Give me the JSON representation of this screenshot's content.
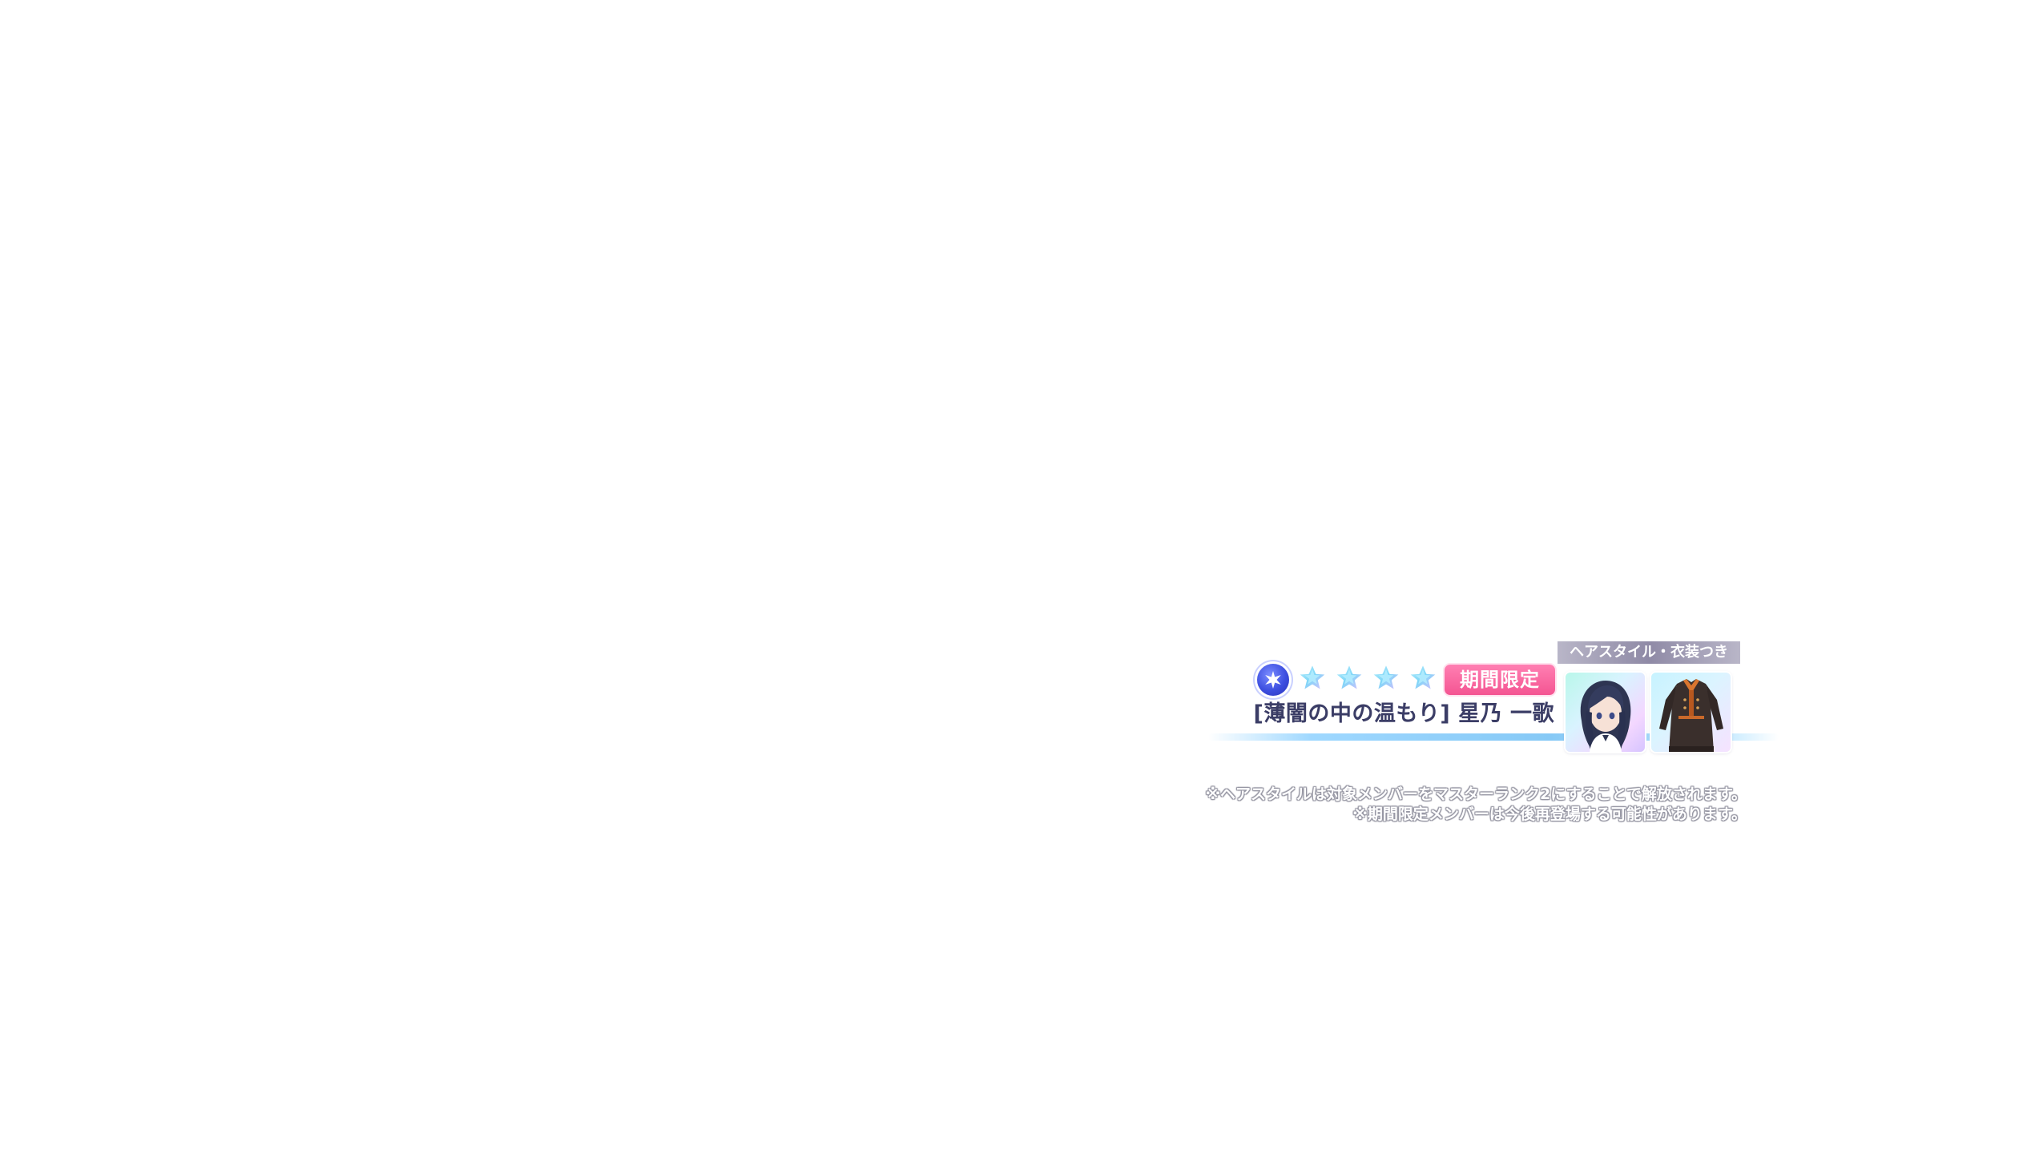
{
  "card": {
    "attribute_icon": "sparkle-attribute-icon",
    "rarity_stars": 4,
    "star_color": "#7fd6f7",
    "attribute_color": "#3d4fe0",
    "limited_badge": "期間限定",
    "limited_badge_color": "#f45592",
    "name": "[薄闇の中の温もり] 星乃 一歌"
  },
  "extras": {
    "label": "ヘアスタイル・衣装つき",
    "hairstyle_icon": "hairstyle-thumbnail",
    "costume_icon": "costume-thumbnail"
  },
  "notes": {
    "line1": "※ヘアスタイルは対象メンバーをマスターランク2にすることで解放されます。",
    "line2": "※期間限定メンバーは今後再登場する可能性があります。"
  }
}
